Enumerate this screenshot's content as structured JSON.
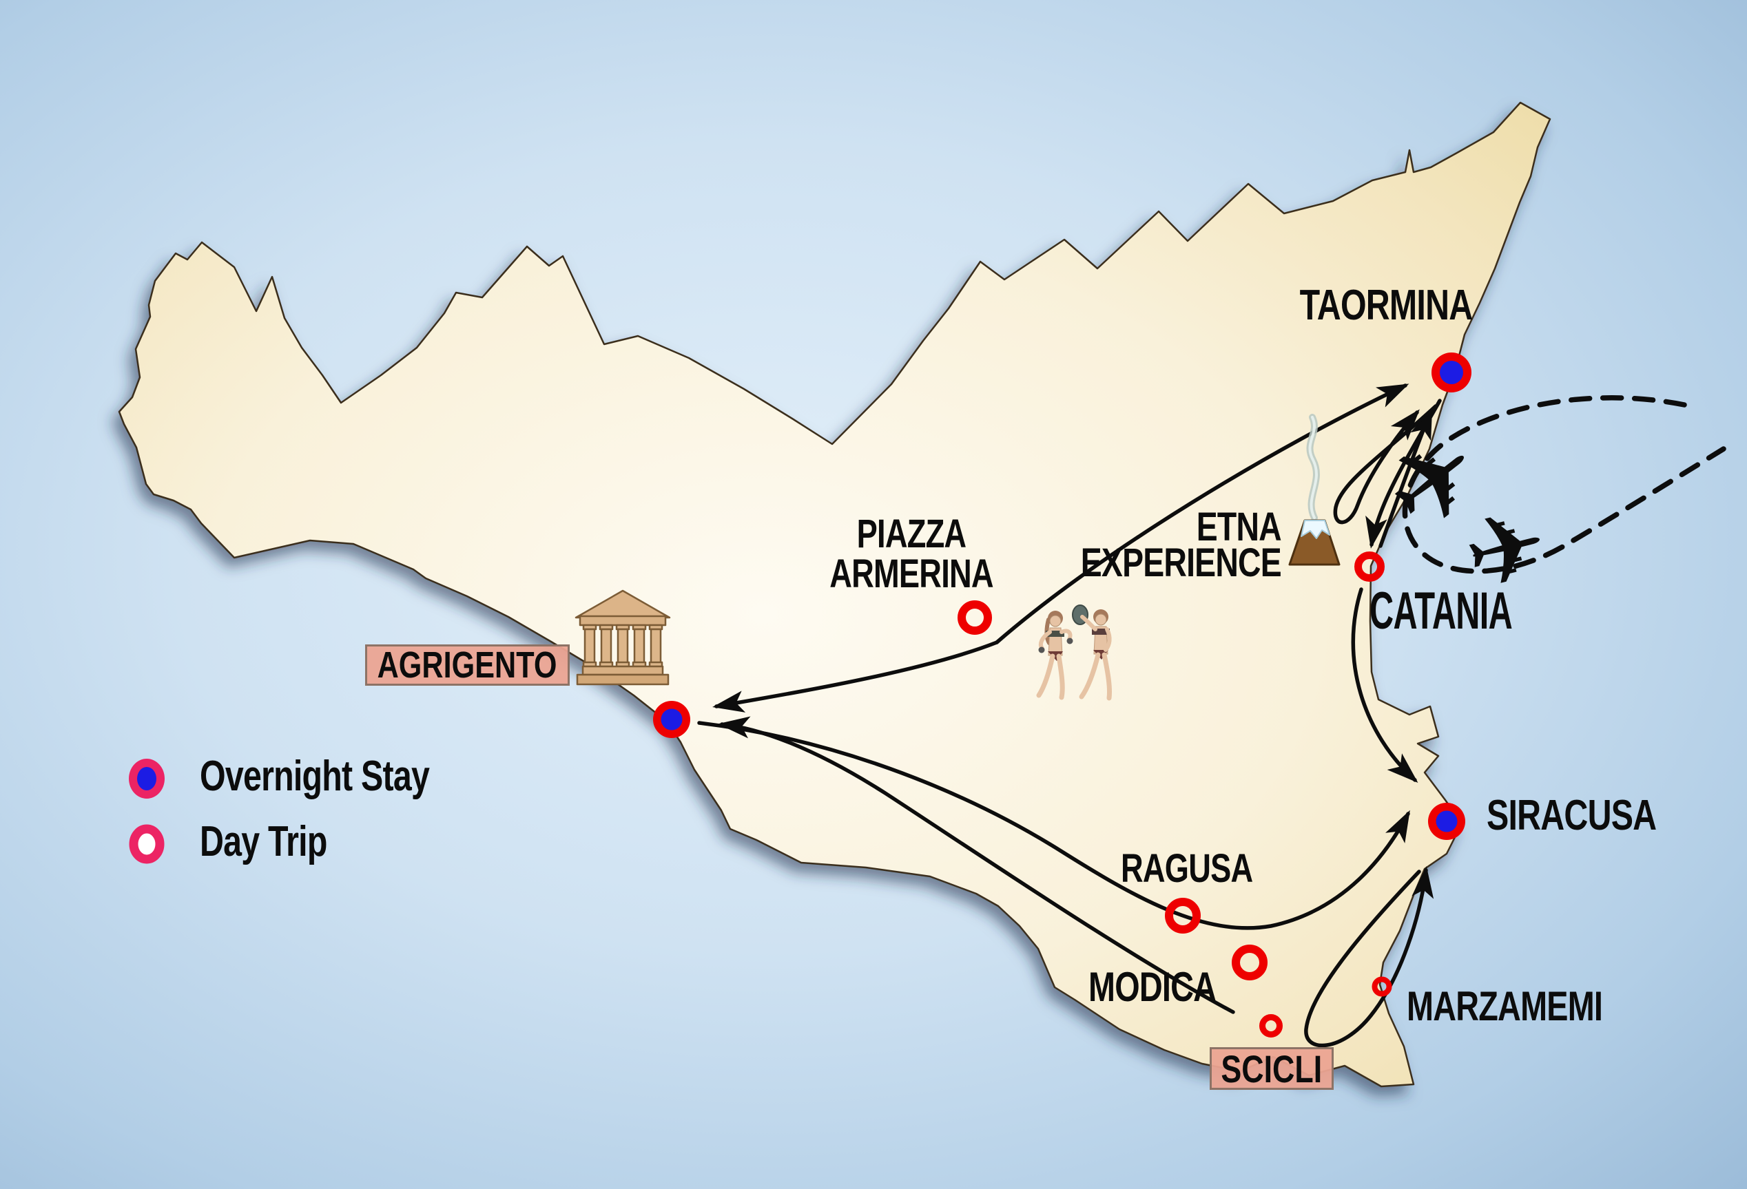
{
  "legend": {
    "overnight_label": "Overnight Stay",
    "day_trip_label": "Day Trip"
  },
  "locations": {
    "taormina": {
      "name": "TAORMINA",
      "type": "overnight-stay"
    },
    "catania": {
      "name": "CATANIA",
      "type": "day-trip"
    },
    "etna_experience": {
      "line1": "ETNA",
      "line2": "EXPERIENCE",
      "type": "day-trip"
    },
    "piazza_armerina": {
      "line1": "PIAZZA",
      "line2": "ARMERINA",
      "type": "day-trip"
    },
    "agrigento": {
      "name": "AGRIGENTO",
      "type": "overnight-stay",
      "boxed": true
    },
    "siracusa": {
      "name": "SIRACUSA",
      "type": "overnight-stay"
    },
    "ragusa": {
      "name": "RAGUSA",
      "type": "day-trip"
    },
    "modica": {
      "name": "MODICA",
      "type": "day-trip"
    },
    "scicli": {
      "name": "SCICLI",
      "type": "day-trip",
      "boxed": true
    },
    "marzamemi": {
      "name": "MARZAMEMI",
      "type": "day-trip"
    }
  },
  "icons": {
    "airplanes": "airplane-flight-routes-catania",
    "volcano": "mount-etna-volcano",
    "temple": "greek-temple-agrigento",
    "mosaic_figures": "piazza-armerina-mosaic-girls"
  },
  "colors": {
    "sea": "#BCD6EA",
    "island": "#F6ECCD",
    "route": "#0d0d0d",
    "marker_ring_red": "#EE0000",
    "marker_fill_blue": "#1C1CE4",
    "legend_pink": "#EC2464",
    "label_box_salmon": "#ECA48F"
  }
}
